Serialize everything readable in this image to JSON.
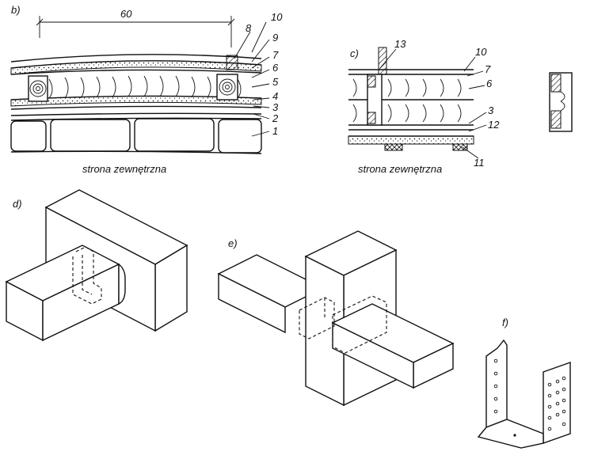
{
  "panels": {
    "b": {
      "label": "b)",
      "dimension": "60",
      "caption": "strona zewnętrzna",
      "layer_numbers": [
        "10",
        "8",
        "9",
        "7",
        "6",
        "5",
        "4",
        "3",
        "2",
        "1"
      ]
    },
    "c": {
      "label": "c)",
      "caption": "strona zewnętrzna",
      "layer_numbers": [
        "13",
        "10",
        "7",
        "6",
        "3",
        "12",
        "11"
      ]
    },
    "d": {
      "label": "d)"
    },
    "e": {
      "label": "e)"
    },
    "f": {
      "label": "f)"
    }
  }
}
